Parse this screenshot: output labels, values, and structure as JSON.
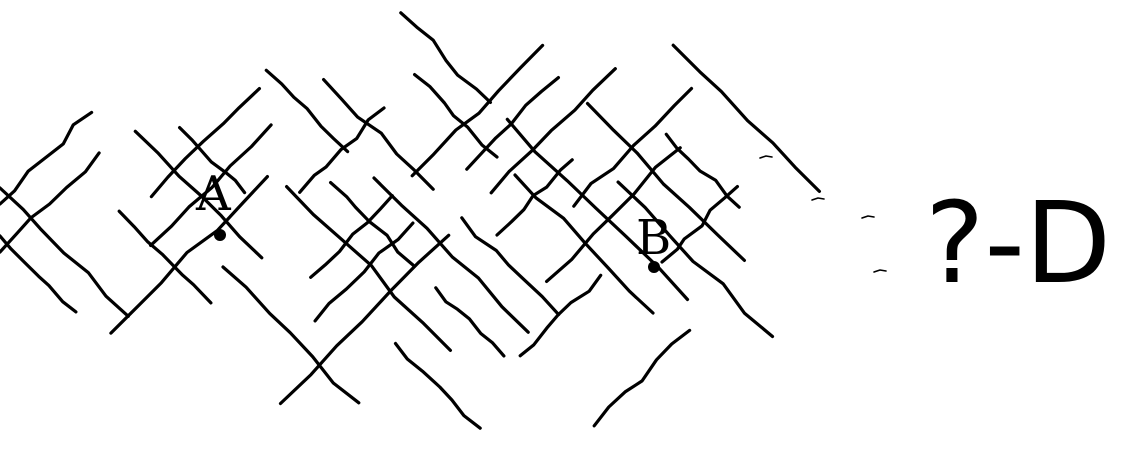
{
  "diagram": {
    "points": [
      {
        "id": "A",
        "label": "A"
      },
      {
        "id": "B",
        "label": "B"
      }
    ],
    "caption": "?-D"
  }
}
